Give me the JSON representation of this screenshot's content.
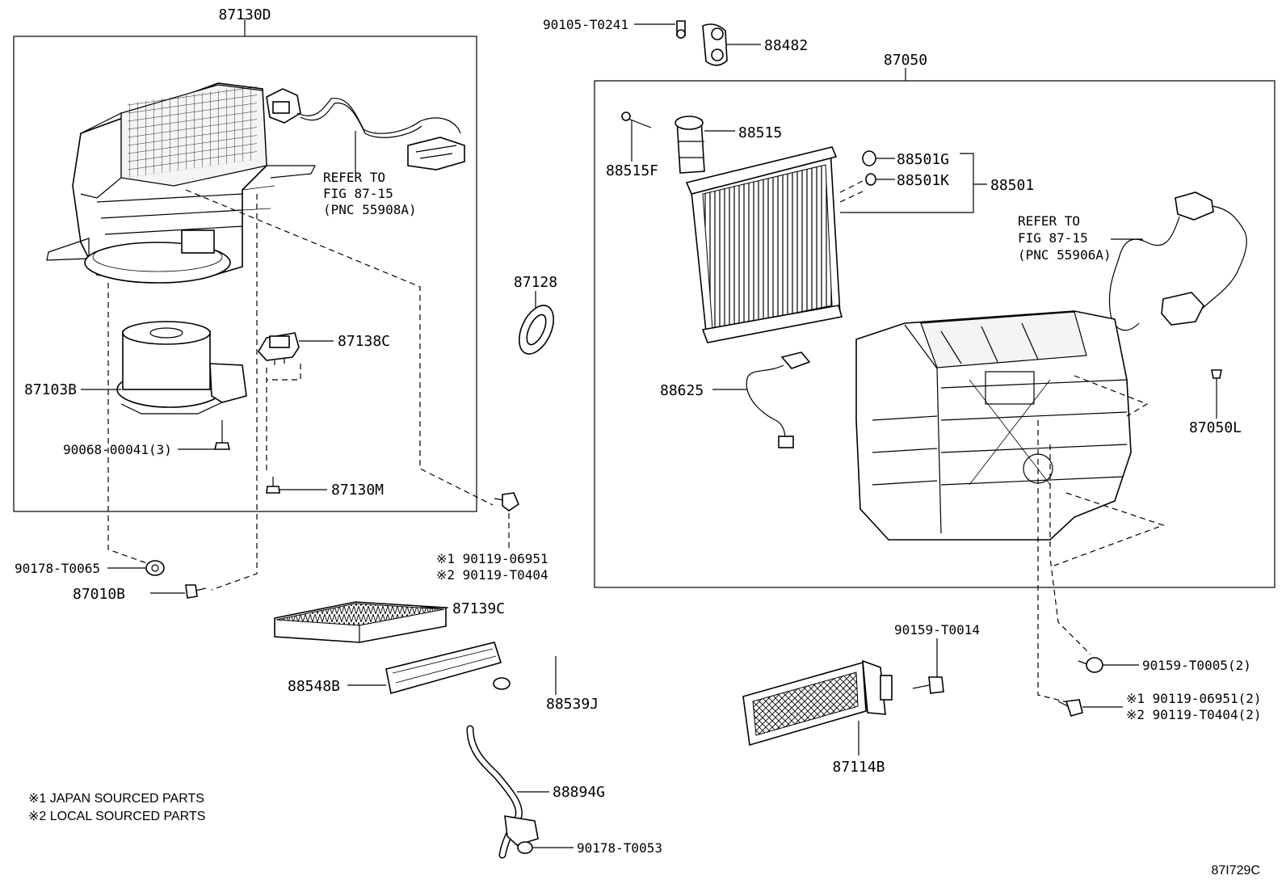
{
  "groups": {
    "blower": "87130D",
    "unit": "87050"
  },
  "labels": {
    "p90105": "90105-T0241",
    "p88482": "88482",
    "p88515": "88515",
    "p88515F": "88515F",
    "p88501G": "88501G",
    "p88501K": "88501K",
    "p88501": "88501",
    "p87128": "87128",
    "p87138C": "87138C",
    "p87103B": "87103B",
    "p90068": "90068-00041(3)",
    "p87130M": "87130M",
    "p90178a": "90178-T0065",
    "p87010B": "87010B",
    "p90119a1": "※1 90119-06951",
    "p90119a2": "※2 90119-T0404",
    "p87139C": "87139C",
    "p88548B": "88548B",
    "p88539J": "88539J",
    "p88894G": "88894G",
    "p90178b": "90178-T0053",
    "p88625": "88625",
    "p87050L": "87050L",
    "p90159a": "90159-T0014",
    "p90159b": "90159-T0005(2)",
    "p90119b1": "※1 90119-06951(2)",
    "p90119b2": "※2 90119-T0404(2)",
    "p87114B": "87114B"
  },
  "refs": {
    "left": [
      "REFER TO",
      "FIG 87-15",
      "(PNC 55908A)"
    ],
    "right": [
      "REFER TO",
      "FIG 87-15",
      "(PNC 55906A)"
    ]
  },
  "notes": [
    "※1 JAPAN SOURCED PARTS",
    "※2 LOCAL SOURCED PARTS"
  ],
  "figure_id": "87I729C"
}
